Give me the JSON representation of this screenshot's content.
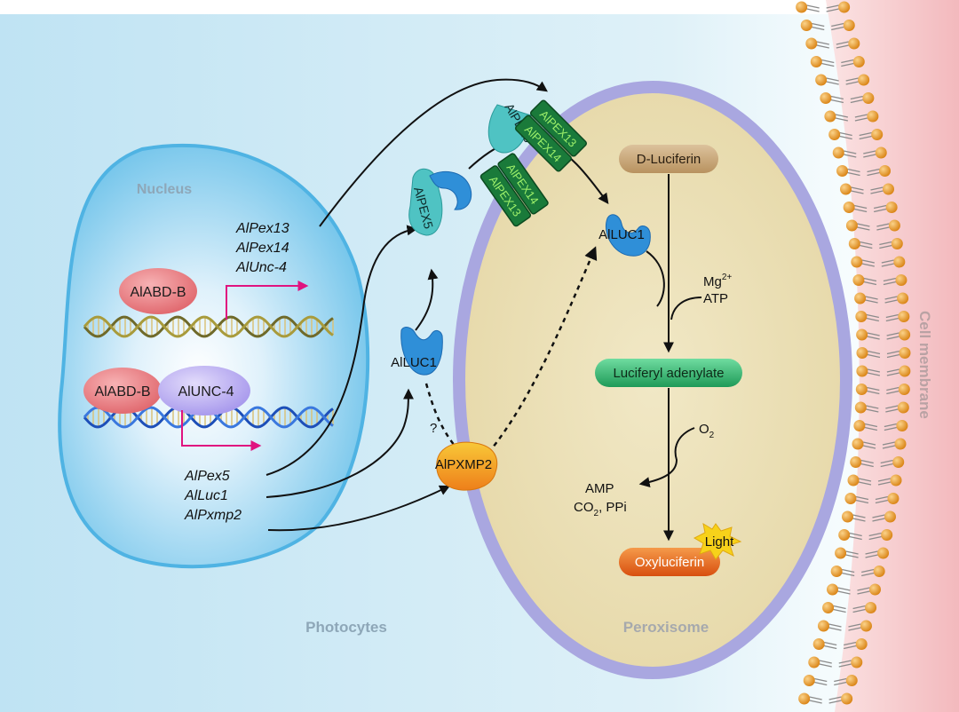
{
  "compartments": {
    "nucleus": "Nucleus",
    "photocytes": "Photocytes",
    "peroxisome": "Peroxisome",
    "cell_membrane": "Cell membrane"
  },
  "genes": {
    "group1": [
      "AlPex13",
      "AlPex14",
      "AlUnc-4"
    ],
    "group2": [
      "AlPex5",
      "AlLuc1",
      "AlPxmp2"
    ]
  },
  "proteins": {
    "alabd_b_top": "AlABD-B",
    "alabd_b_bottom": "AlABD-B",
    "alunc4": "AlUNC-4",
    "alpex5_cytosol": "AlPEX5",
    "alpex5_membrane": "AlPEX5",
    "alpex13_top": "AlPEX13",
    "alpex14_top": "AlPEX14",
    "alpex14_bottom": "AlPEX14",
    "alpex13_bottom": "AlPEX13",
    "alluc1_cytosol": "AlLUC1",
    "alluc1_peroxisome": "AlLUC1",
    "alpxmp2": "AlPXMP2"
  },
  "question_mark": "?",
  "reaction": {
    "substrate": "D-Luciferin",
    "cofactor_mg": "Mg",
    "cofactor_mg_sup": "2+",
    "cofactor_atp": "ATP",
    "intermediate": "Luciferyl adenylate",
    "oxygen": "O",
    "oxygen_sub": "2",
    "byproduct_amp": "AMP",
    "byproduct_co": "CO",
    "byproduct_co_sub": "2",
    "byproduct_ppi": ", PPi",
    "product": "Oxyluciferin",
    "light": "Light"
  },
  "colors": {
    "cytoplasm": "#cde9f5",
    "nucleus": "#6fc3ea",
    "peroxisome_fill": "#eadfb3",
    "peroxisome_border": "#a9a7e0",
    "membrane_head": "#e99c2a",
    "membrane_zone": "#f6c9c9",
    "pex_box": "#1a7a3a",
    "pex_text": "#9df06a",
    "alabd": "#ea7a7e",
    "alunc4": "#b6a7ee",
    "luc_blue": "#2f8fd8",
    "pex5_teal": "#4fc3c3",
    "pxmp2": "#f2a21a",
    "dluciferin": "#c9a87a",
    "adenylate": "#2bb36a",
    "oxyluciferin": "#e8631a",
    "arrow_magenta": "#e0137f"
  }
}
